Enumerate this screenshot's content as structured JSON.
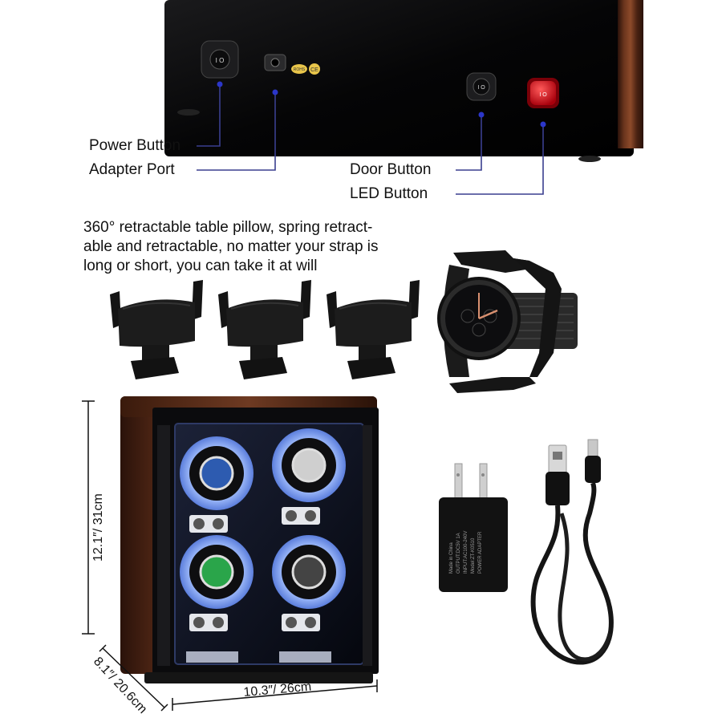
{
  "colors": {
    "callout_line": "#3a3f8f",
    "callout_dot": "#2b36c9",
    "wood_dark": "#3b1c10",
    "wood_light": "#8a4a2c",
    "led_glow": "#3a7bff",
    "red_switch": "#d81020"
  },
  "control_panel": {
    "labels": {
      "power": "Power Button",
      "adapter": "Adapter Port",
      "door": "Door Button",
      "led": "LED Button"
    },
    "switch_marks": {
      "power": "I O",
      "door": "I O",
      "led": "I O"
    },
    "cert_badges": [
      "ROHS",
      "CE"
    ]
  },
  "pillow_section": {
    "description_lines": [
      "360° retractable table pillow, spring retract-",
      "able and retractable, no matter your strap is",
      "long or short, you can take it at will"
    ],
    "pillow_count": 3
  },
  "winder": {
    "rotor_count": 4
  },
  "dimensions": {
    "height": "12.1″/ 31cm",
    "width": "10.3″/ 26cm",
    "depth": "8.1″/ 20.6cm"
  },
  "adapter_print": {
    "lines": [
      "POWER ADAPTER",
      "Model:ZT-K0510",
      "INPUT:AC100-240V",
      "OUTPUT:DC5V 1A",
      "Made in China"
    ]
  },
  "icons": [
    "power-switch-icon",
    "dc-port-icon",
    "door-switch-icon",
    "led-switch-icon",
    "usb-plug-icon",
    "dc-plug-icon",
    "ac-prongs-icon"
  ]
}
